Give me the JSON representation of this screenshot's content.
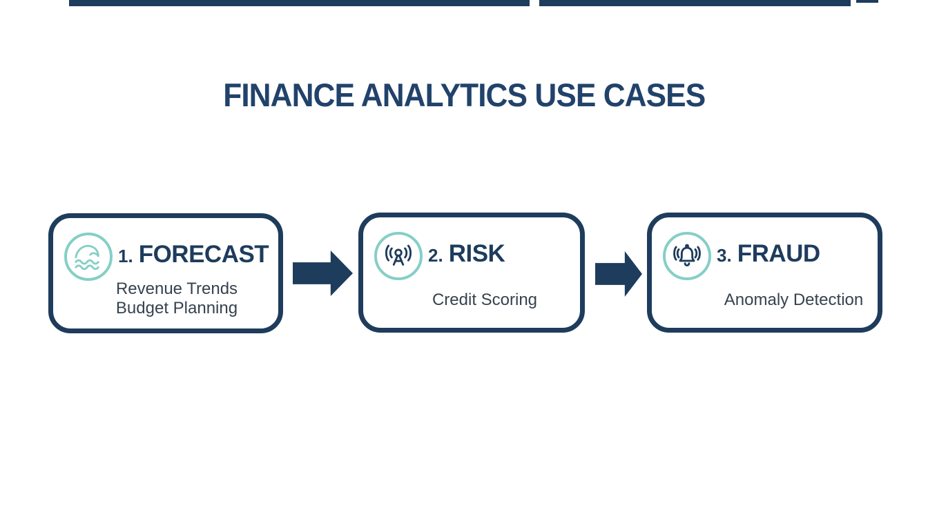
{
  "title": "FINANCE ANALYTICS USE CASES",
  "colors": {
    "navy": "#1e3c5c",
    "title_navy": "#21426a",
    "teal": "#85cfc6",
    "subtext": "#36424f",
    "background": "#ffffff"
  },
  "steps": [
    {
      "number": "1.",
      "label": "FORECAST",
      "icon": "ocean-wave-icon",
      "details": [
        "Revenue Trends",
        "Budget Planning"
      ]
    },
    {
      "number": "2.",
      "label": "RISK",
      "icon": "broadcast-signal-icon",
      "details": [
        "Credit Scoring"
      ]
    },
    {
      "number": "3.",
      "label": "FRAUD",
      "icon": "alert-bell-icon",
      "details": [
        "Anomaly Detection"
      ]
    }
  ]
}
